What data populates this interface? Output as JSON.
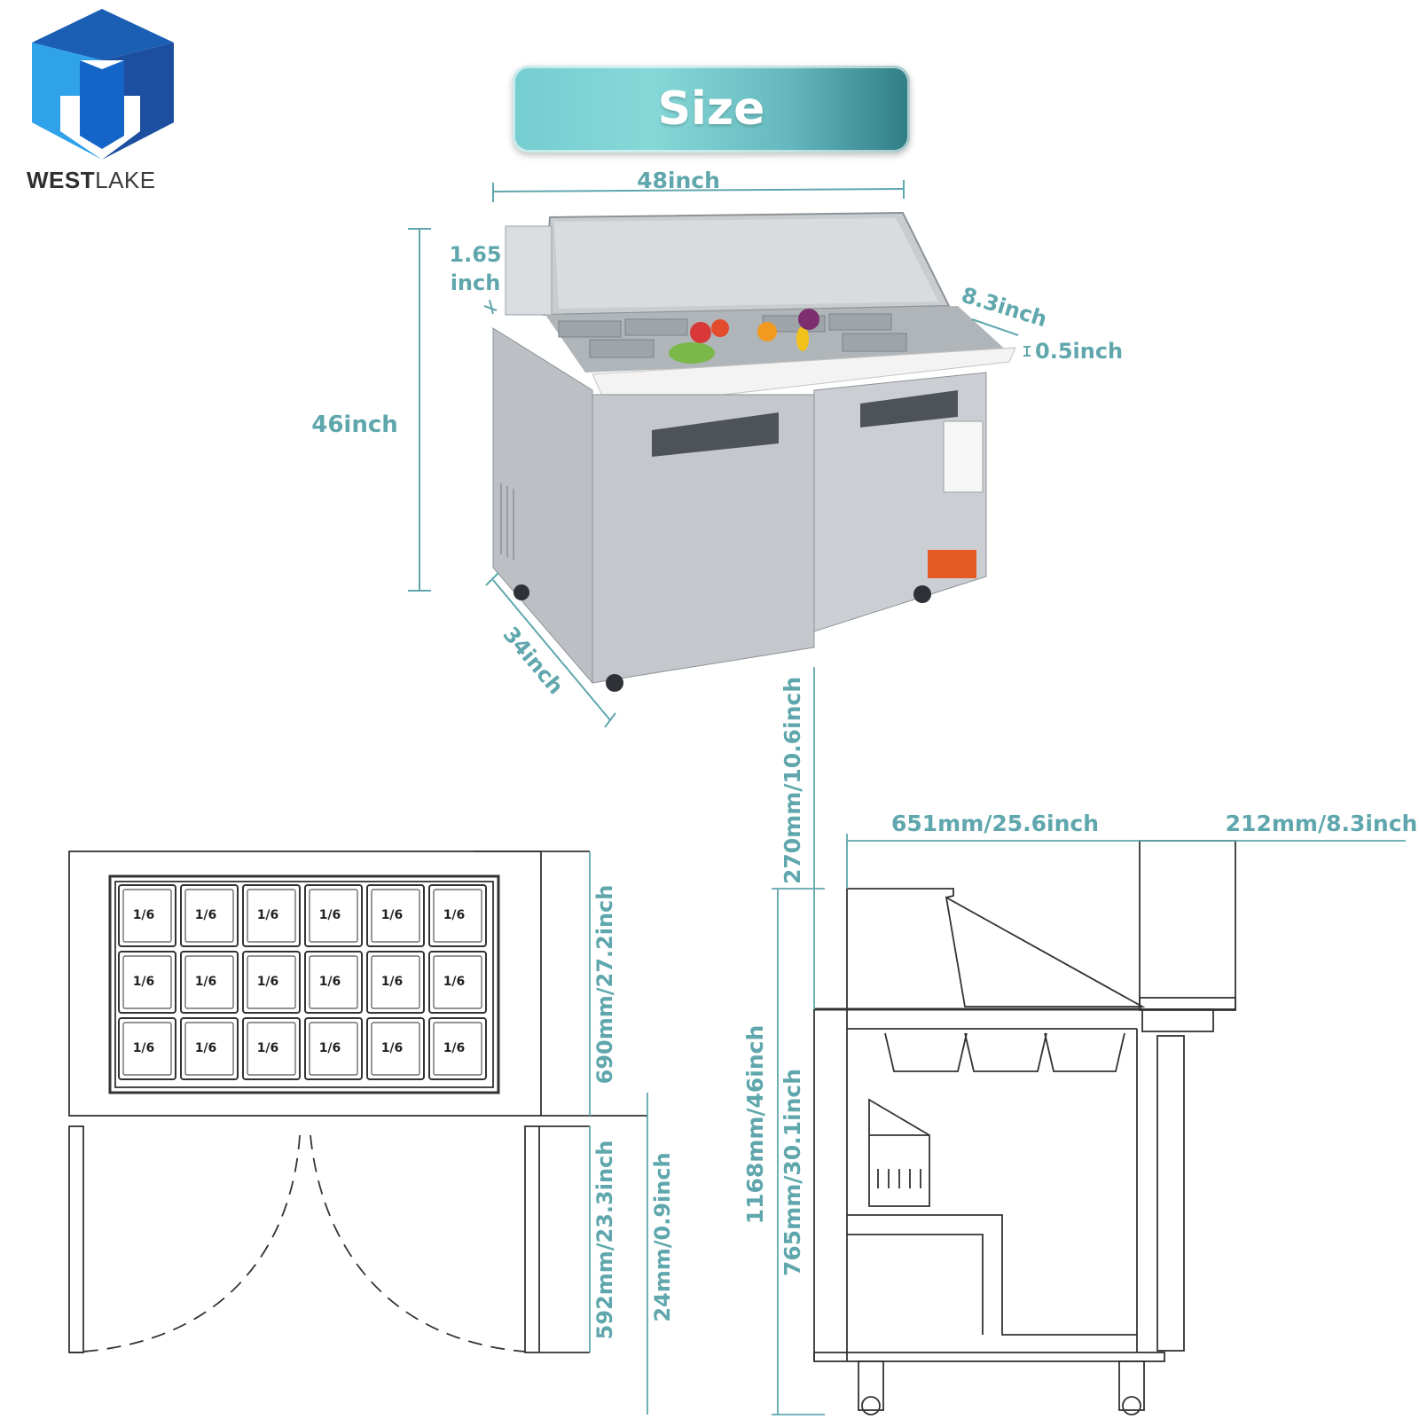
{
  "brand": {
    "name_bold": "WEST",
    "name_light": "LAKE"
  },
  "banner": {
    "title": "Size"
  },
  "photo_dimensions": {
    "width": "48inch",
    "height": "46inch",
    "depth": "34inch",
    "lid_thickness_line1": "1.65",
    "lid_thickness_line2": "inch",
    "board_depth": "8.3inch",
    "board_thickness": "0.5inch"
  },
  "top_view": {
    "pan_label": "1/6",
    "pan_rows": 3,
    "pan_cols": 6,
    "dims": {
      "top_depth": "690mm/27.2inch",
      "door_depth": "592mm/23.3inch",
      "door_gap": "24mm/0.9inch"
    }
  },
  "side_view": {
    "dims": {
      "lid_height": "270mm/10.6inch",
      "total_height": "1168mm/46inch",
      "counter_height": "765mm/30.1inch",
      "body_depth": "651mm/25.6inch",
      "board_depth": "212mm/8.3inch"
    }
  },
  "colors": {
    "dimension": "#5fa7ad",
    "logo_blue": "#1d6fd0",
    "logo_light": "#2fa2ea"
  }
}
